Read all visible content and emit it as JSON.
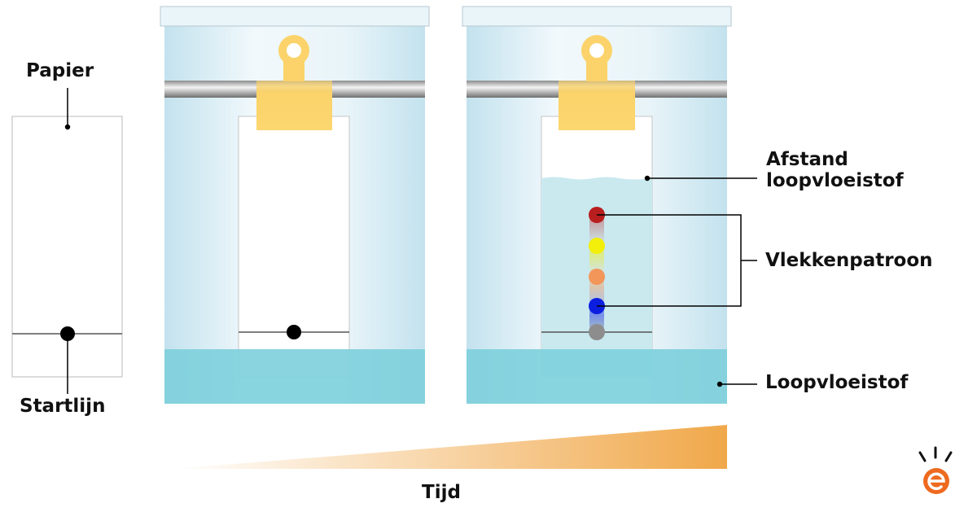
{
  "labels": {
    "paper": "Papier",
    "start_line": "Startlijn",
    "solvent_front": [
      "Afstand",
      "loopvloeistof"
    ],
    "spot_pattern": "Vlekkenpatroon",
    "solvent": "Loopvloeistof",
    "time": "Tijd"
  },
  "spot_colors": [
    "#b81e1e",
    "#f3ee0a",
    "#f2965a",
    "#0b1ee0",
    "#8d8d8d"
  ],
  "colors": {
    "solvent": "#7fd0dc",
    "jar_glass": "#cfe8f1",
    "clip": "#fbd36a",
    "time_arrow": "#f0a84a",
    "logo": "#ee6a1f"
  },
  "logo_icon": "e-logo-icon"
}
